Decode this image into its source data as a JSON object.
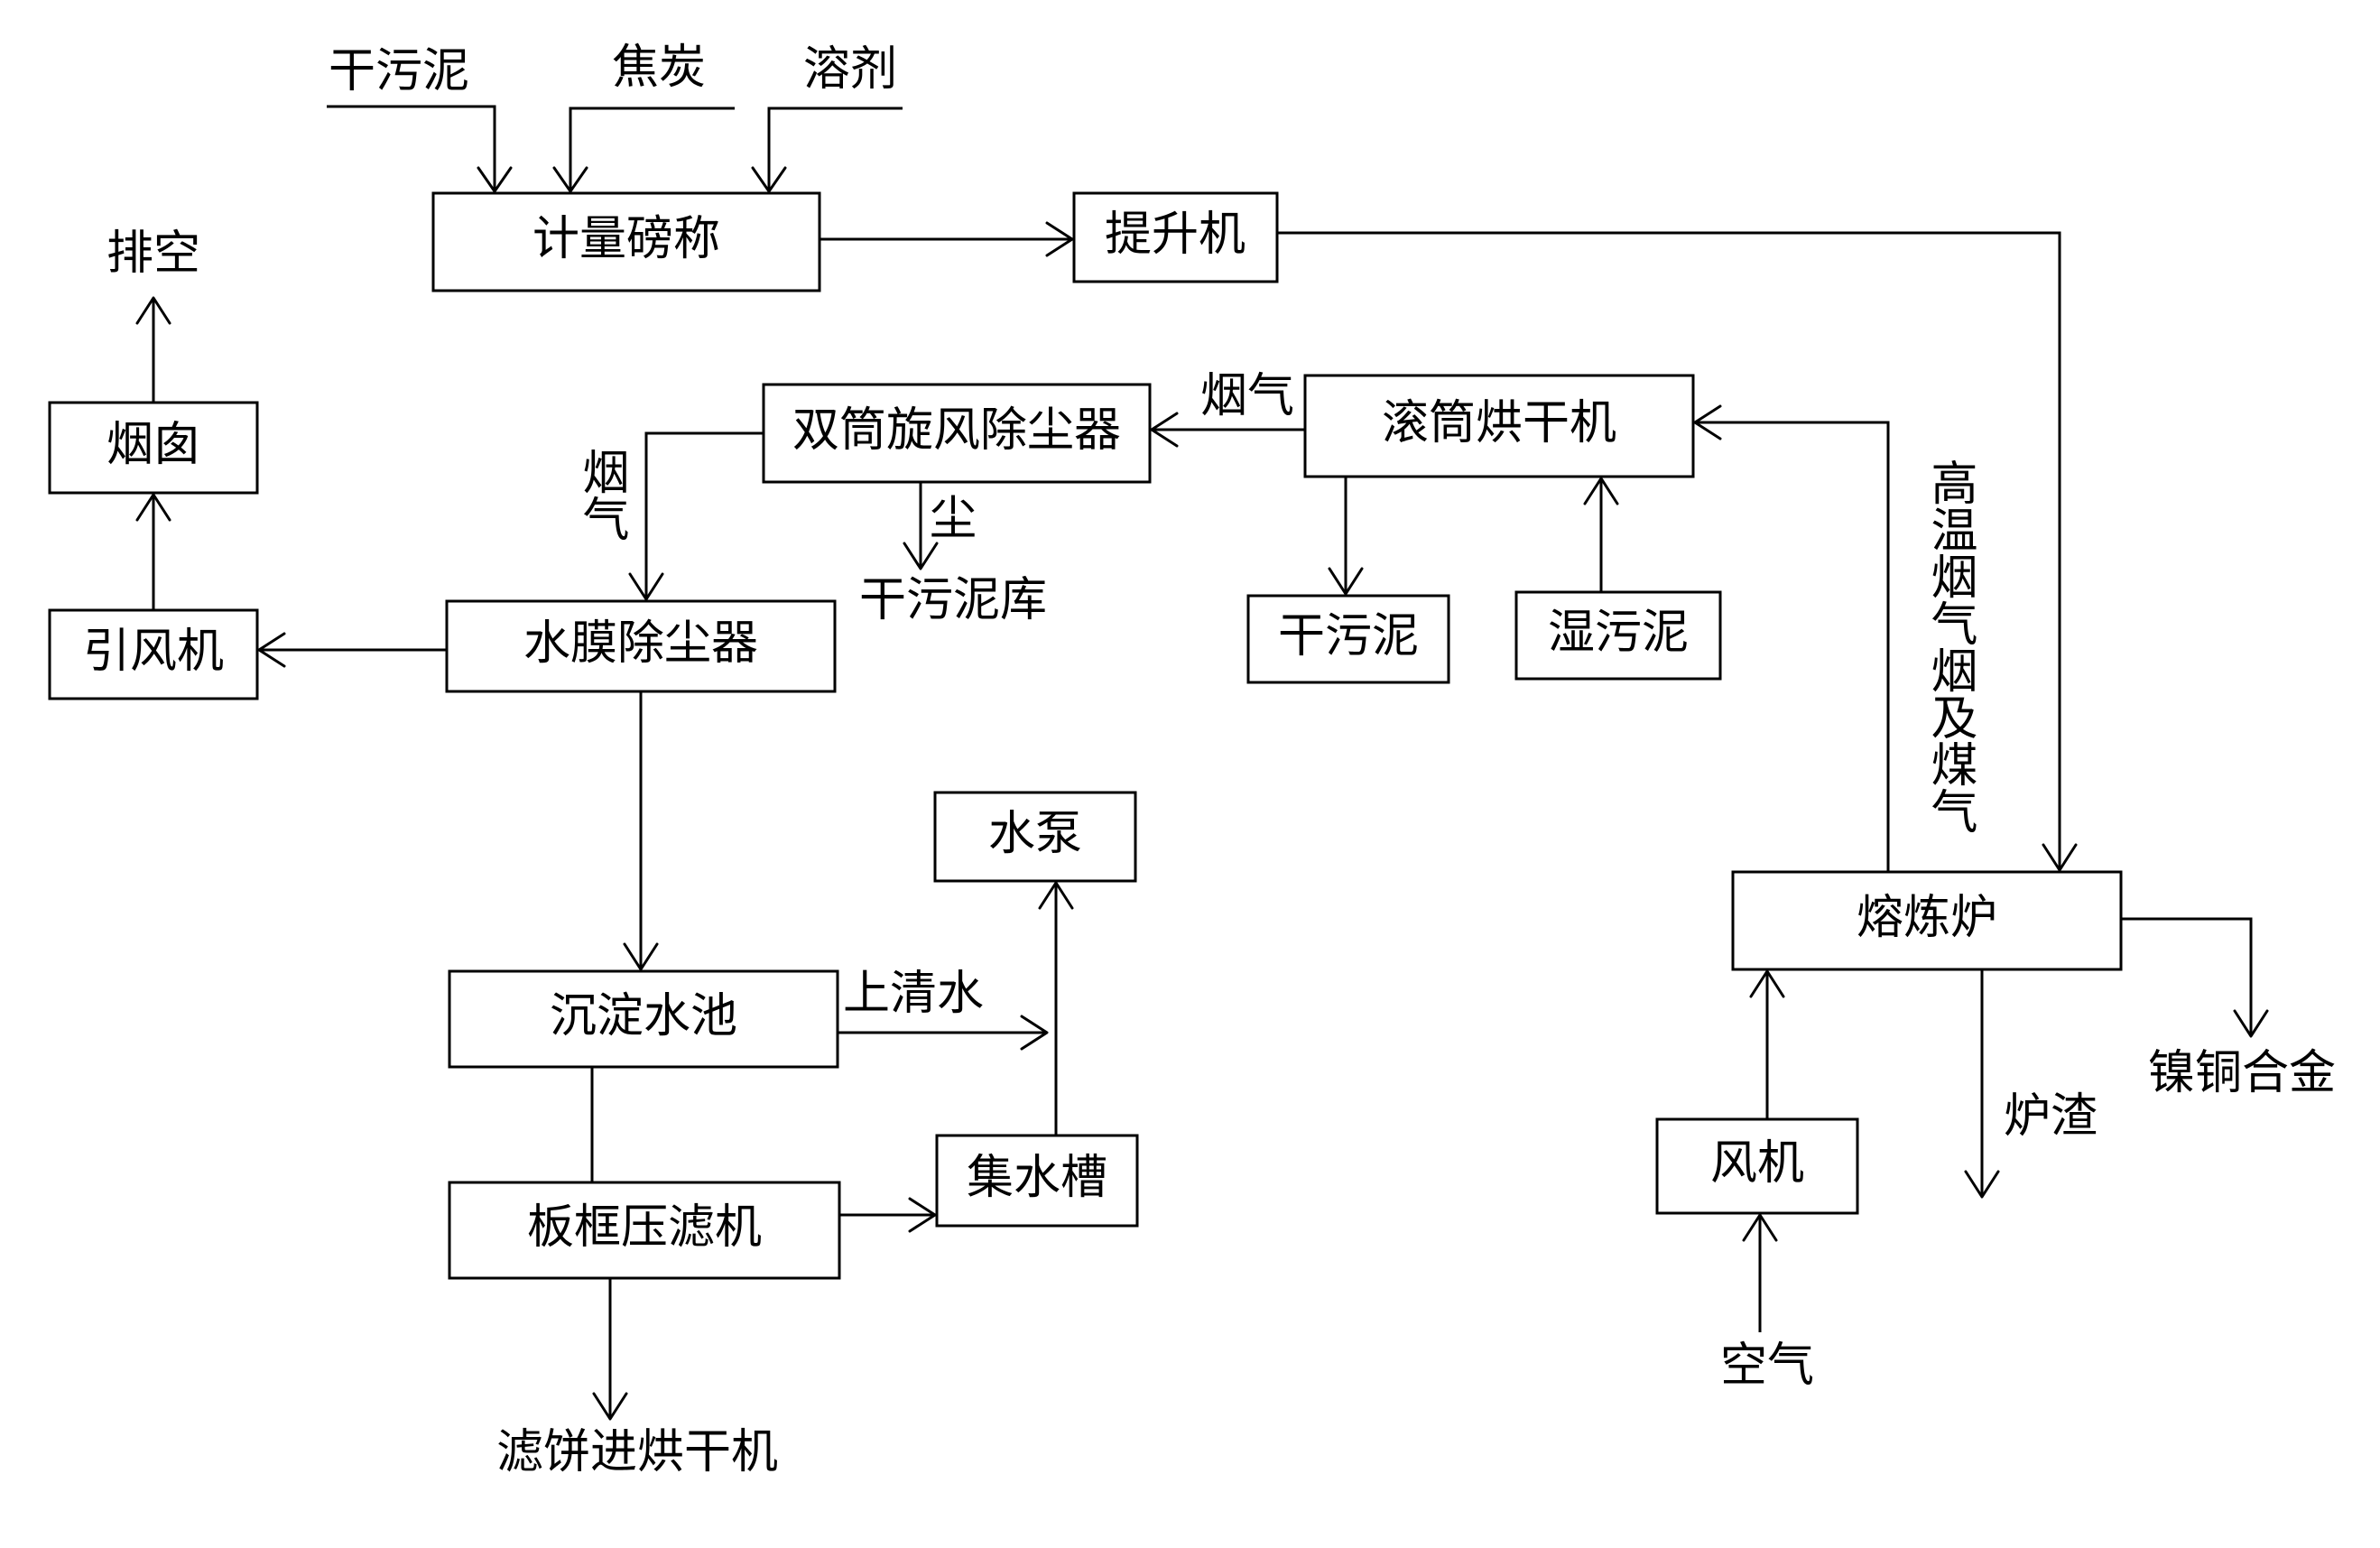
{
  "diagram": {
    "nodes": {
      "weighing_scale": "计量磅称",
      "elevator": "提升机",
      "chimney": "烟囱",
      "twin_cyclone": "双筒旋风除尘器",
      "drum_dryer": "滚筒烘干机",
      "induced_fan": "引风机",
      "water_film": "水膜除尘器",
      "dry_sludge_out": "干污泥",
      "wet_sludge": "湿污泥",
      "water_pump": "水泵",
      "smelting_furnace": "熔炼炉",
      "sedimentation_tank": "沉淀水池",
      "plate_filter": "板框压滤机",
      "water_trough": "集水槽",
      "blower": "风机"
    },
    "labels": {
      "dry_sludge_in": "干污泥",
      "coke": "焦炭",
      "flux": "溶剂",
      "exhaust": "排空",
      "flue_gas_1": "烟气",
      "flue_gas_2": "烟气",
      "dust": "尘",
      "dry_sludge_store": "干污泥库",
      "high_temp_gas": "高温烟气烟及煤气",
      "supernatant": "上清水",
      "slag": "炉渣",
      "alloy": "镍铜合金",
      "filter_cake": "滤饼进烘干机",
      "air": "空气"
    }
  }
}
